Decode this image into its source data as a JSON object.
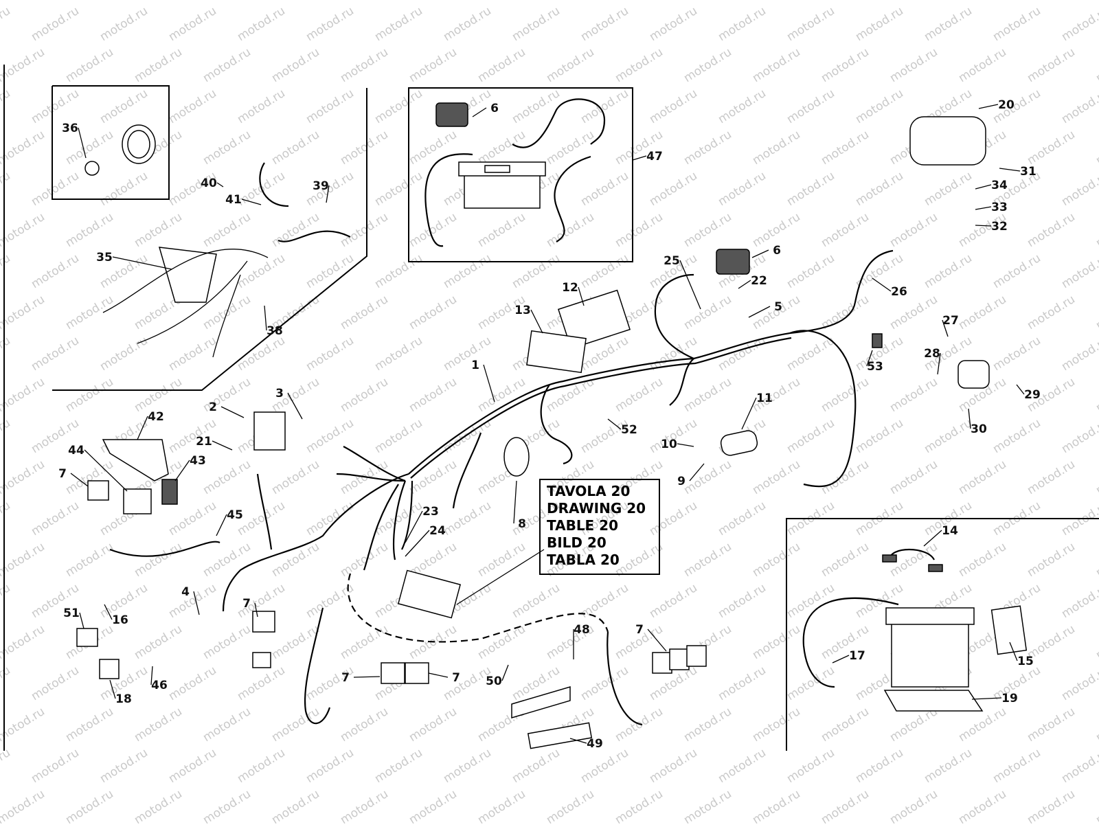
{
  "watermark": "motod.ru",
  "reference": {
    "lines": [
      "TAVOLA 20",
      "DRAWING 20",
      "TABLE 20",
      "BILD 20",
      "TABLA 20"
    ]
  },
  "callouts": [
    {
      "id": "1",
      "text": "1"
    },
    {
      "id": "2",
      "text": "2"
    },
    {
      "id": "3",
      "text": "3"
    },
    {
      "id": "4",
      "text": "4"
    },
    {
      "id": "5",
      "text": "5"
    },
    {
      "id": "6a",
      "text": "6"
    },
    {
      "id": "6b",
      "text": "6"
    },
    {
      "id": "7a",
      "text": "7"
    },
    {
      "id": "7b",
      "text": "7"
    },
    {
      "id": "7c",
      "text": "7"
    },
    {
      "id": "7d",
      "text": "7"
    },
    {
      "id": "7e",
      "text": "7"
    },
    {
      "id": "8",
      "text": "8"
    },
    {
      "id": "9",
      "text": "9"
    },
    {
      "id": "10",
      "text": "10"
    },
    {
      "id": "11",
      "text": "11"
    },
    {
      "id": "12",
      "text": "12"
    },
    {
      "id": "13",
      "text": "13"
    },
    {
      "id": "14",
      "text": "14"
    },
    {
      "id": "15",
      "text": "15"
    },
    {
      "id": "16",
      "text": "16"
    },
    {
      "id": "17",
      "text": "17"
    },
    {
      "id": "18",
      "text": "18"
    },
    {
      "id": "19",
      "text": "19"
    },
    {
      "id": "20",
      "text": "20"
    },
    {
      "id": "21",
      "text": "21"
    },
    {
      "id": "22",
      "text": "22"
    },
    {
      "id": "23",
      "text": "23"
    },
    {
      "id": "24",
      "text": "24"
    },
    {
      "id": "25",
      "text": "25"
    },
    {
      "id": "26",
      "text": "26"
    },
    {
      "id": "27",
      "text": "27"
    },
    {
      "id": "28",
      "text": "28"
    },
    {
      "id": "29",
      "text": "29"
    },
    {
      "id": "30",
      "text": "30"
    },
    {
      "id": "31",
      "text": "31"
    },
    {
      "id": "32",
      "text": "32"
    },
    {
      "id": "33",
      "text": "33"
    },
    {
      "id": "34",
      "text": "34"
    },
    {
      "id": "35",
      "text": "35"
    },
    {
      "id": "36",
      "text": "36"
    },
    {
      "id": "38",
      "text": "38"
    },
    {
      "id": "39",
      "text": "39"
    },
    {
      "id": "40",
      "text": "40"
    },
    {
      "id": "41",
      "text": "41"
    },
    {
      "id": "42",
      "text": "42"
    },
    {
      "id": "43",
      "text": "43"
    },
    {
      "id": "44",
      "text": "44"
    },
    {
      "id": "45",
      "text": "45"
    },
    {
      "id": "46",
      "text": "46"
    },
    {
      "id": "47",
      "text": "47"
    },
    {
      "id": "48",
      "text": "48"
    },
    {
      "id": "49",
      "text": "49"
    },
    {
      "id": "50",
      "text": "50"
    },
    {
      "id": "51",
      "text": "51"
    },
    {
      "id": "52",
      "text": "52"
    },
    {
      "id": "53",
      "text": "53"
    }
  ]
}
